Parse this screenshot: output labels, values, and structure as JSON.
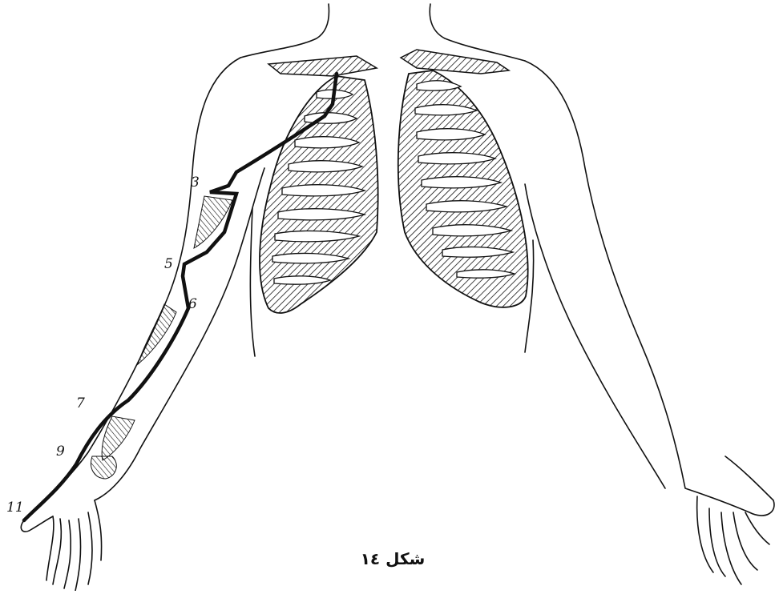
{
  "figure": {
    "caption": "شكل ١٤",
    "subcaption": "",
    "line_color": "#111111",
    "background_color": "#ffffff"
  },
  "labels": {
    "n3": "3",
    "n5": "5",
    "n6": "6",
    "n7": "7",
    "n9": "9",
    "n11": "11"
  },
  "parts": {
    "body_outline": "torso-arms-outline",
    "left_lung": "hatched-lung-ribs",
    "right_lung": "hatched-lung-ribs",
    "clavicles": "hatched-clavicles",
    "path": "bold-meridian-line"
  }
}
